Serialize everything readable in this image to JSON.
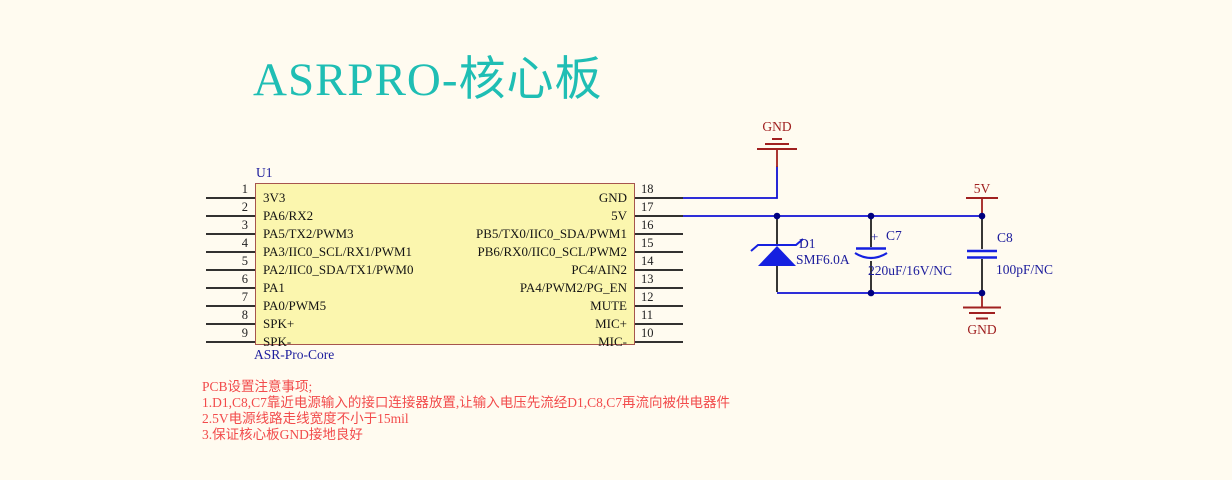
{
  "title": "ASRPRO-核心板",
  "colors": {
    "background": "#FFFBF0",
    "title_teal": "#1FBEB4",
    "ic_fill": "#FBF6AE",
    "ic_border": "#A6554E",
    "wire_blue": "#1010D4",
    "component_blue": "#1520E0",
    "designator_blue": "#1C1C9C",
    "power_dark_red": "#A02020",
    "note_red": "#F24B4B"
  },
  "ic": {
    "designator": "U1",
    "part": "ASR-Pro-Core",
    "left_pins": [
      {
        "number": "1",
        "name": "3V3"
      },
      {
        "number": "2",
        "name": "PA6/RX2"
      },
      {
        "number": "3",
        "name": "PA5/TX2/PWM3"
      },
      {
        "number": "4",
        "name": "PA3/IIC0_SCL/RX1/PWM1"
      },
      {
        "number": "5",
        "name": "PA2/IIC0_SDA/TX1/PWM0"
      },
      {
        "number": "6",
        "name": "PA1"
      },
      {
        "number": "7",
        "name": "PA0/PWM5"
      },
      {
        "number": "8",
        "name": "SPK+"
      },
      {
        "number": "9",
        "name": "SPK-"
      }
    ],
    "right_pins": [
      {
        "number": "18",
        "name": "GND"
      },
      {
        "number": "17",
        "name": "5V"
      },
      {
        "number": "16",
        "name": "PB5/TX0/IIC0_SDA/PWM1"
      },
      {
        "number": "15",
        "name": "PB6/RX0/IIC0_SCL/PWM2"
      },
      {
        "number": "14",
        "name": "PC4/AIN2"
      },
      {
        "number": "13",
        "name": "PA4/PWM2/PG_EN"
      },
      {
        "number": "12",
        "name": "MUTE"
      },
      {
        "number": "11",
        "name": "MIC+"
      },
      {
        "number": "10",
        "name": "MIC-"
      }
    ]
  },
  "power": {
    "gnd_top": "GND",
    "v5": "5V",
    "gnd_bottom": "GND"
  },
  "components": {
    "d1": {
      "designator": "D1",
      "value": "SMF6.0A"
    },
    "c7": {
      "designator": "C7",
      "value": "220uF/16V/NC",
      "polarity": "+"
    },
    "c8": {
      "designator": "C8",
      "value": "100pF/NC"
    }
  },
  "notes": {
    "heading": "PCB设置注意事项;",
    "items": [
      "1.D1,C8,C7靠近电源输入的接口连接器放置,让输入电压先流经D1,C8,C7再流向被供电器件",
      "2.5V电源线路走线宽度不小于15mil",
      "3.保证核心板GND接地良好"
    ]
  }
}
